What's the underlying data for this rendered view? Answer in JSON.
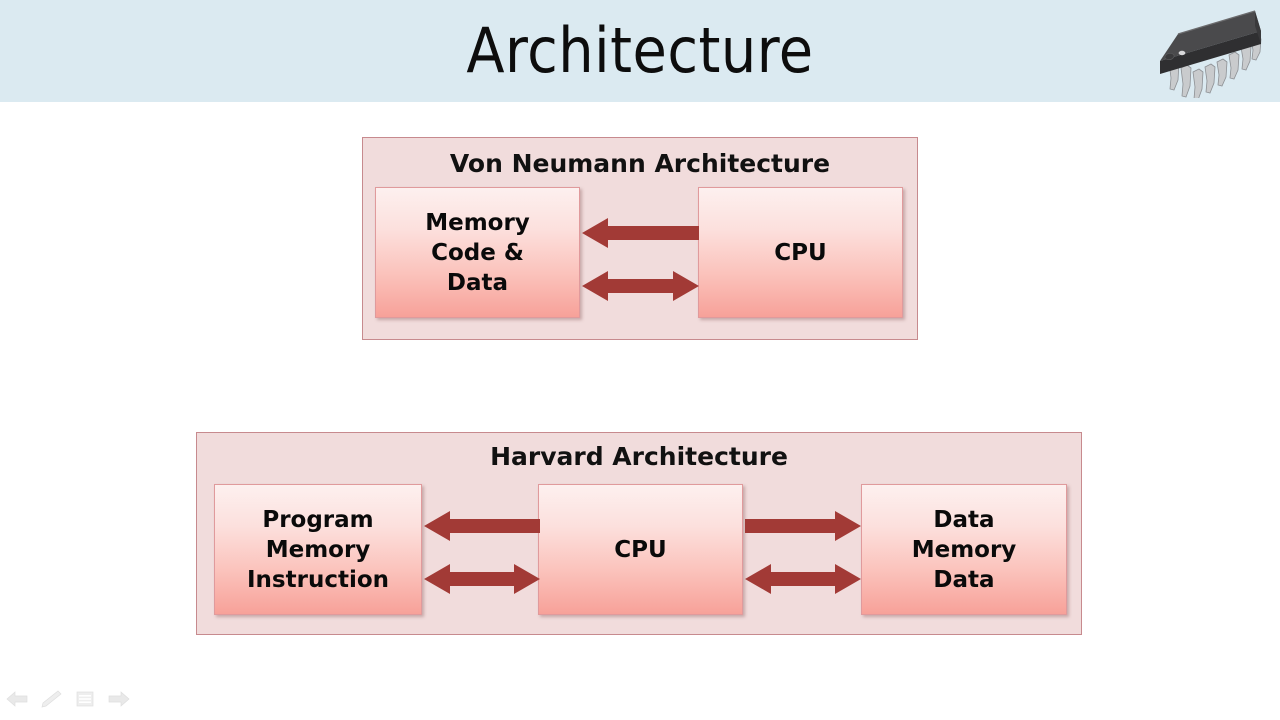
{
  "slide": {
    "title": "Architecture",
    "header_bg": "#dbeaf1",
    "page_bg": "#ffffff",
    "chip_icon": "dip-ic-chip-icon"
  },
  "diagrams": [
    {
      "id": "von-neumann",
      "title": "Von Neumann Architecture",
      "panel_bg": "#f1dcdc",
      "panel_border": "#c78a8e",
      "boxes": [
        {
          "id": "memory",
          "label": "Memory\nCode &\nData"
        },
        {
          "id": "cpu",
          "label": "CPU"
        }
      ],
      "arrows": [
        {
          "id": "memory-from-cpu",
          "direction": "left",
          "color": "#a23a36"
        },
        {
          "id": "memory-cpu-bidirectional",
          "direction": "both",
          "color": "#a23a36"
        }
      ]
    },
    {
      "id": "harvard",
      "title": "Harvard Architecture",
      "panel_bg": "#f1dcdc",
      "panel_border": "#c78a8e",
      "boxes": [
        {
          "id": "program-memory",
          "label": "Program\nMemory\nInstruction"
        },
        {
          "id": "cpu",
          "label": "CPU"
        },
        {
          "id": "data-memory",
          "label": "Data\nMemory\nData"
        }
      ],
      "arrows": [
        {
          "id": "progmem-from-cpu",
          "direction": "left",
          "color": "#a23a36"
        },
        {
          "id": "progmem-cpu-bidirectional",
          "direction": "both",
          "color": "#a23a36"
        },
        {
          "id": "cpu-to-datamem",
          "direction": "right",
          "color": "#a23a36"
        },
        {
          "id": "cpu-datamem-bidirectional",
          "direction": "both",
          "color": "#a23a36"
        }
      ]
    }
  ],
  "toolbar": {
    "buttons": [
      {
        "id": "previous-slide",
        "icon": "arrow-left-icon",
        "label": "Previous"
      },
      {
        "id": "pen-tool",
        "icon": "pen-icon",
        "label": "Pen"
      },
      {
        "id": "slide-menu",
        "icon": "menu-icon",
        "label": "Menu"
      },
      {
        "id": "next-slide",
        "icon": "arrow-right-icon",
        "label": "Next"
      }
    ]
  }
}
